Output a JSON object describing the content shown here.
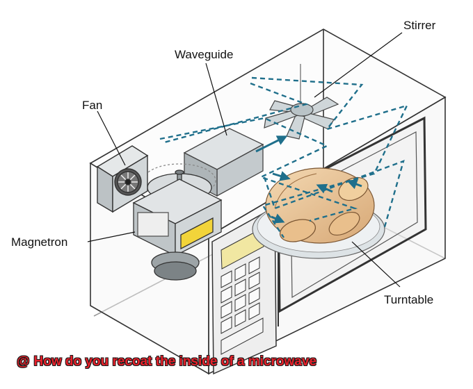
{
  "labels": {
    "stirrer": "Stirrer",
    "waveguide": "Waveguide",
    "fan": "Fan",
    "magnetron": "Magnetron",
    "turntable": "Turntable"
  },
  "caption": {
    "mark": "@",
    "text": "How do you recoat the inside of a microwave"
  },
  "colors": {
    "wave_arrows": "#1f6f8b",
    "caption": "#e8202a",
    "outline": "#333333"
  }
}
